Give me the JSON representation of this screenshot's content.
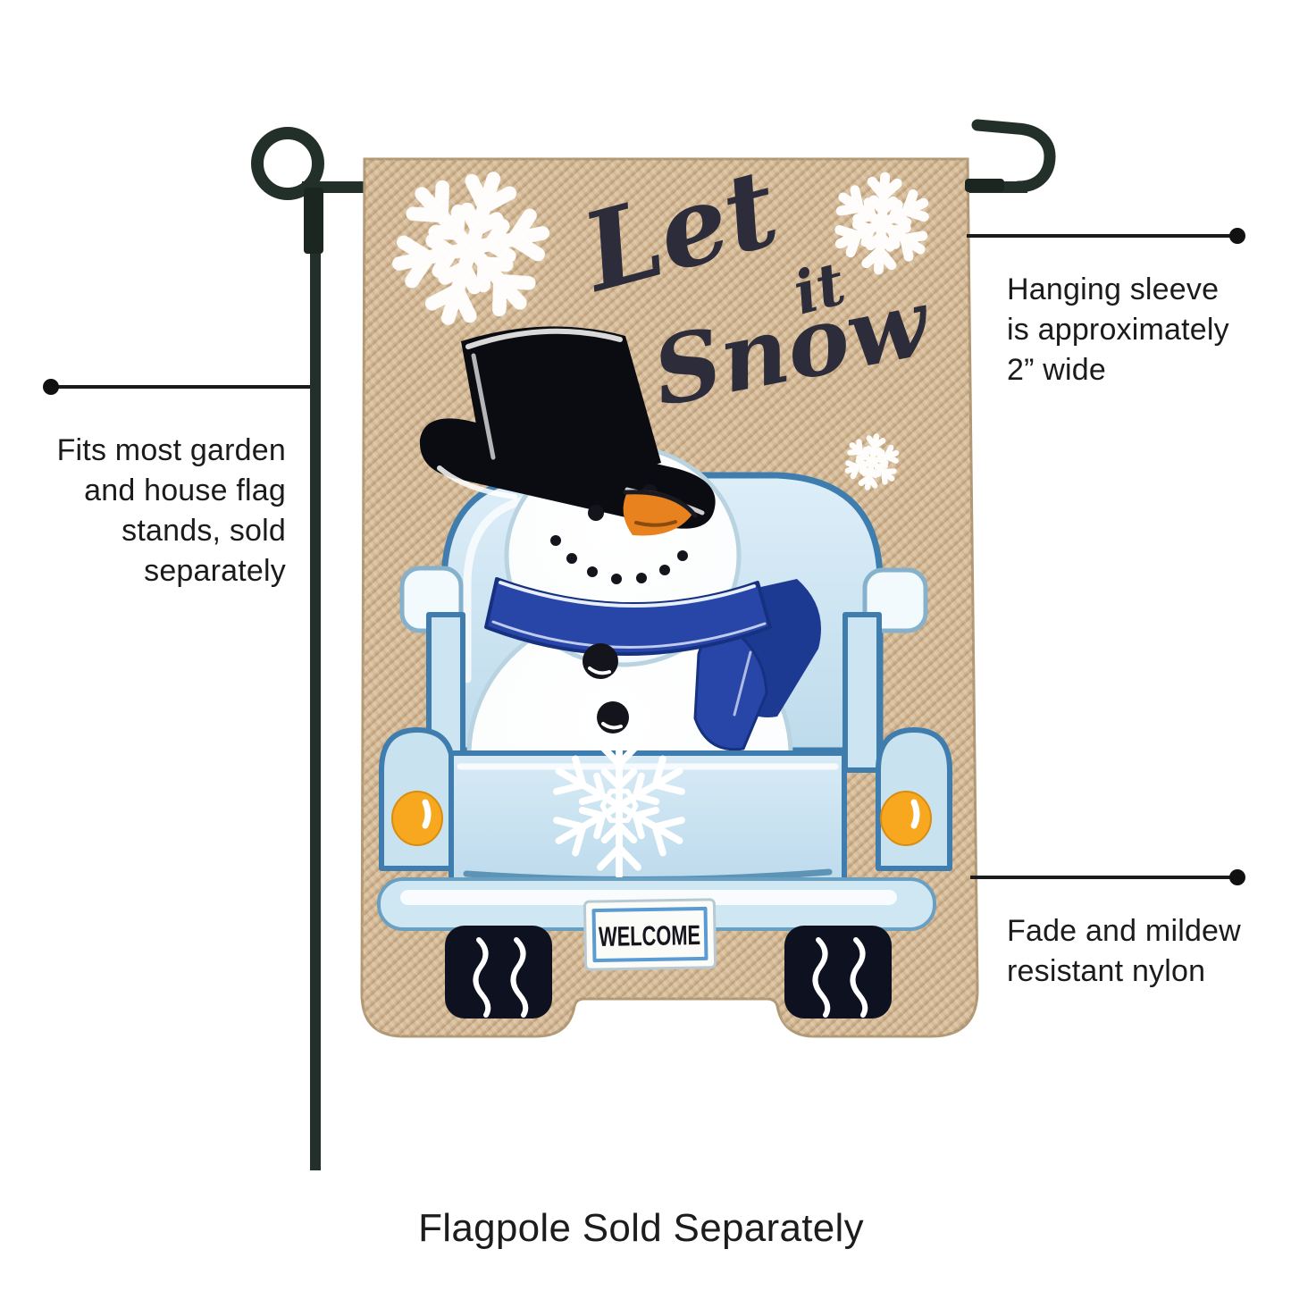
{
  "colors": {
    "background": "#ffffff",
    "burlap": "#cdb28d",
    "burlap_light": "#dac3a3",
    "pole_green": "#233029",
    "truck_blue": "#c9e2f0",
    "truck_outline_blue": "#3e7dad",
    "scarf_blue": "#2746a8",
    "tail_light_orange": "#f7a81e",
    "carrot_orange": "#e8821e",
    "hat_black": "#0b0b12",
    "snow_white": "#ffffff",
    "annotation_text": "#1b1b1b",
    "headline_navy": "#2c2c3a"
  },
  "flag": {
    "headline": {
      "word1": "Let",
      "word2": "it",
      "word3": "Snow"
    },
    "license_plate": "WELCOME"
  },
  "annotations": {
    "sleeve": {
      "lines": [
        "Hanging sleeve",
        "is approximately",
        "2” wide"
      ]
    },
    "stand": {
      "lines": [
        "Fits most garden",
        "and house flag",
        "stands, sold",
        "separately"
      ]
    },
    "material": {
      "lines": [
        "Fade and mildew",
        "resistant nylon"
      ]
    },
    "caption": "Flagpole Sold Separately"
  }
}
